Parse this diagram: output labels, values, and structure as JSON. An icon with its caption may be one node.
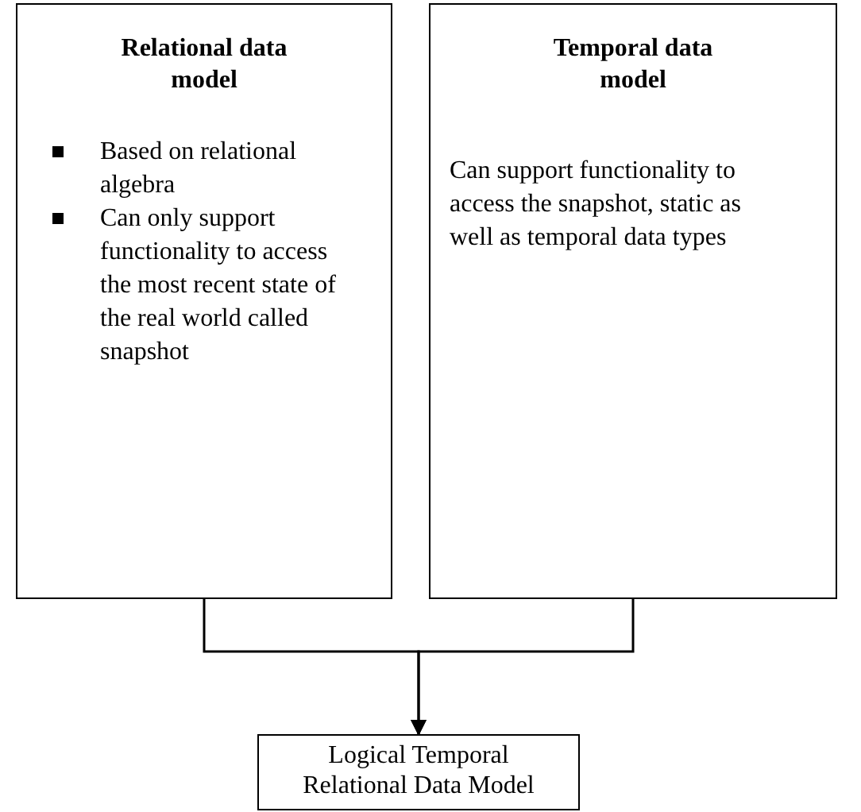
{
  "diagram": {
    "nodes": [
      {
        "text": [
          "Relational data model",
          "Based on relational algebra",
          "Can only support functionality to access the most recent state of the real world called snapshot"
        ]
      },
      {
        "text": [
          "Temporal data model",
          "Can support functionality to access the snapshot, static as well as temporal data types"
        ]
      },
      {
        "text": [
          "Logical Temporal Relational Data Model"
        ]
      }
    ],
    "edges": [
      {
        "from": 0,
        "to": 2,
        "arrow": "to"
      },
      {
        "from": 1,
        "to": 2,
        "arrow": "to"
      }
    ]
  }
}
